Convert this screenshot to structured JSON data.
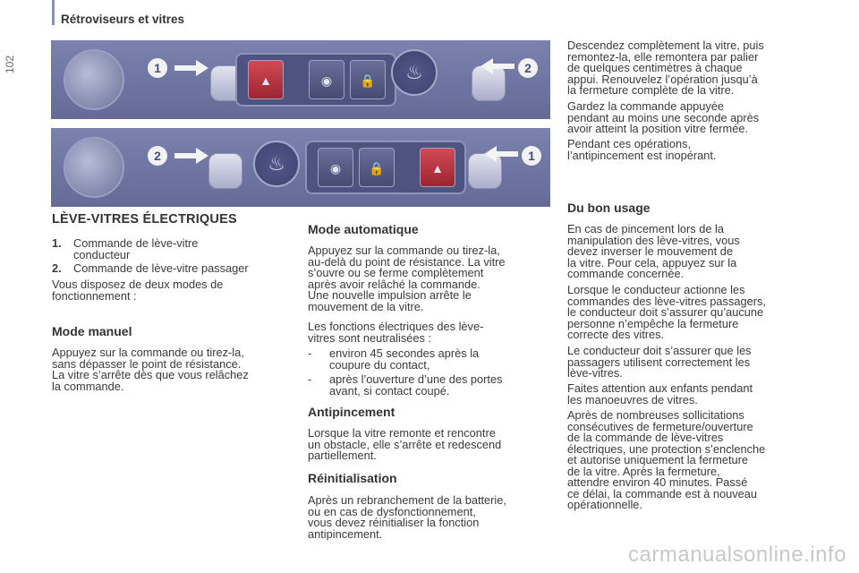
{
  "header": {
    "title": "Rétroviseurs et vitres",
    "page_number": "102"
  },
  "figures": {
    "photo1": {
      "callouts": [
        "1",
        "2"
      ]
    },
    "photo2": {
      "callouts": [
        "2",
        "1"
      ]
    }
  },
  "col1": {
    "heading": "LÈVE-VITRES ÉLECTRIQUES",
    "items": [
      {
        "num": "1.",
        "text_lines": [
          "Commande de lève-vitre",
          "conducteur"
        ]
      },
      {
        "num": "2.",
        "text_lines": [
          "Commande de lève-vitre passager"
        ]
      }
    ],
    "intro_lines": [
      "Vous disposez de deux modes de",
      "fonctionnement :"
    ],
    "manual": {
      "title": "Mode manuel",
      "lines": [
        "Appuyez sur la commande ou tirez-la,",
        "sans dépasser le point de résistance.",
        "La vitre s’arrête dès que vous relâchez",
        "la commande."
      ]
    }
  },
  "col2": {
    "auto": {
      "title": "Mode automatique",
      "p1": [
        "Appuyez sur la commande ou tirez-la,",
        "au-delà du point de résistance. La vitre",
        "s’ouvre ou se ferme complètement",
        "après avoir relâché la commande.",
        "Une nouvelle impulsion arrête le",
        "mouvement de la vitre."
      ],
      "p2": [
        "Les fonctions électriques des lève-",
        "vitres sont neutralisées :"
      ],
      "bullets": [
        {
          "dash": "-",
          "lines": [
            "environ 45 secondes après la",
            "coupure du contact,"
          ]
        },
        {
          "dash": "-",
          "lines": [
            "après l’ouverture d’une des portes",
            "avant, si contact coupé."
          ]
        }
      ]
    },
    "antipinch": {
      "title": "Antipincement",
      "lines": [
        "Lorsque la vitre remonte et rencontre",
        "un obstacle, elle s’arrête et redescend",
        "partiellement."
      ]
    },
    "reinit": {
      "title": "Réinitialisation",
      "lines": [
        "Après un rebranchement de la batterie,",
        "ou en cas de dysfonctionnement,",
        "vous devez réinitialiser la fonction",
        "antipincement."
      ]
    }
  },
  "col3": {
    "p1": [
      "Descendez complètement la vitre, puis",
      "remontez-la, elle remontera par palier",
      "de quelques centimètres à chaque",
      "appui. Renouvelez l’opération jusqu’à",
      "la fermeture complète de la vitre."
    ],
    "p2": [
      "Gardez la commande appuyée",
      "pendant au moins une seconde après",
      "avoir atteint la position vitre fermée."
    ],
    "p3": [
      "Pendant ces opérations,",
      "l’antipincement est inopérant."
    ],
    "usage": {
      "title": "Du bon usage",
      "p1": [
        "En cas de pincement lors de la",
        "manipulation des lève-vitres, vous",
        "devez inverser le mouvement de",
        "la vitre. Pour cela, appuyez sur la",
        "commande concernée."
      ],
      "p2": [
        "Lorsque le conducteur actionne les",
        "commandes des lève-vitres passagers,",
        "le conducteur doit s’assurer qu’aucune",
        "personne n’empêche la fermeture",
        "correcte des vitres."
      ],
      "p3": [
        "Le conducteur doit s’assurer que les",
        "passagers utilisent correctement les",
        "lève-vitres."
      ],
      "p4": [
        "Faites attention aux enfants pendant",
        "les manoeuvres de vitres."
      ],
      "p5": [
        "Après de nombreuses sollicitations",
        "consécutives de fermeture/ouverture",
        "de la commande de lève-vitres",
        "électriques, une protection s’enclenche",
        "et autorise uniquement la fermeture",
        "de la vitre. Après la fermeture,",
        "attendre environ 40 minutes. Passé",
        "ce délai, la commande est à nouveau",
        "opérationnelle."
      ]
    }
  },
  "footer": {
    "watermark": "carmanualsonline.info"
  },
  "colors": {
    "accent": "#8a90b8",
    "photo_bg": "#6f75a2",
    "hazard_red": "#c23a45"
  }
}
